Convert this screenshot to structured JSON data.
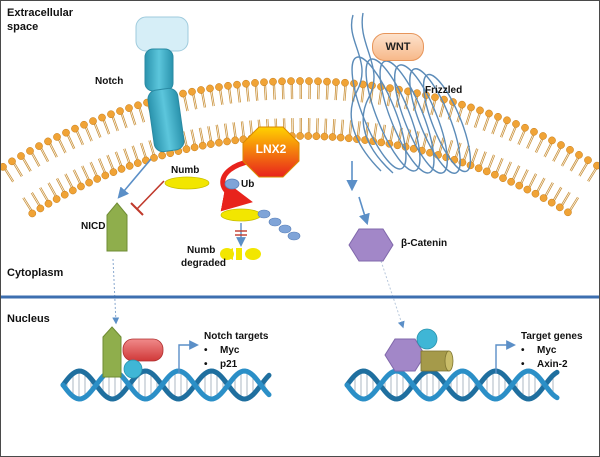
{
  "labels": {
    "extracellular_line1": "Extracellular",
    "extracellular_line2": "space",
    "notch": "Notch",
    "wnt": "WNT",
    "frizzled": "Frizzled",
    "lnx2": "LNX2",
    "numb": "Numb",
    "ub": "Ub",
    "nicd": "NICD",
    "numb_degraded_line1": "Numb",
    "numb_degraded_line2": "degraded",
    "beta_catenin": "β-Catenin",
    "cytoplasm": "Cytoplasm",
    "nucleus": "Nucleus",
    "notch_targets_title": "Notch targets",
    "notch_targets": [
      "Myc",
      "p21"
    ],
    "target_genes_title": "Target genes",
    "target_genes": [
      "Myc",
      "Axin-2"
    ]
  },
  "colors": {
    "membrane_head": "#f0a336",
    "membrane_tail": "#c9913a",
    "notch_receptor": "#3fb0c9",
    "notch_cap": "#d6eef7",
    "frizzled": "#5b8bb8",
    "wnt": "#f7b98a",
    "lnx2_top": "#ffd200",
    "lnx2_bottom": "#e8231c",
    "numb": "#f2e600",
    "ub": "#7fa4d8",
    "nicd": "#8fae4c",
    "beta_catenin": "#a287c8",
    "arrow": "#5b8fc7",
    "inhibit": "#c0392b",
    "nuclear_membrane": "#3d6fb0",
    "dna_strand": "#2b8fc7",
    "transcription_red": "#e05050",
    "transcription_blue": "#3fb6d6",
    "transcription_olive": "#9b9040"
  }
}
